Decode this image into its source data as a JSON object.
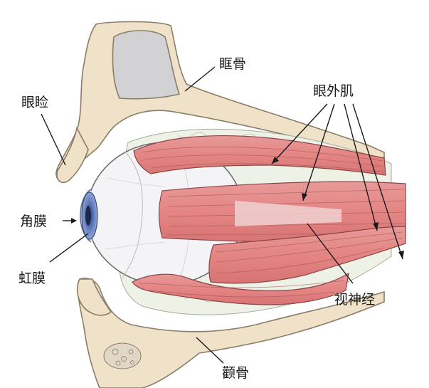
{
  "labels": {
    "orbital_bone": "眶骨",
    "eyelid": "眼睑",
    "extraocular_muscles": "眼外肌",
    "cornea": "角膜",
    "iris": "虹膜",
    "optic_nerve": "视神经",
    "zygomatic_bone": "颧骨"
  },
  "colors": {
    "muscle": "#e48f8e",
    "muscle_dark": "#c9696a",
    "bone": "#efe2c9",
    "cavity": "#d2d2d4",
    "fat": "#eef1e6",
    "sclera": "#f4f4f6",
    "iris": "#6b86c4",
    "leader": "#1a1a1a"
  }
}
